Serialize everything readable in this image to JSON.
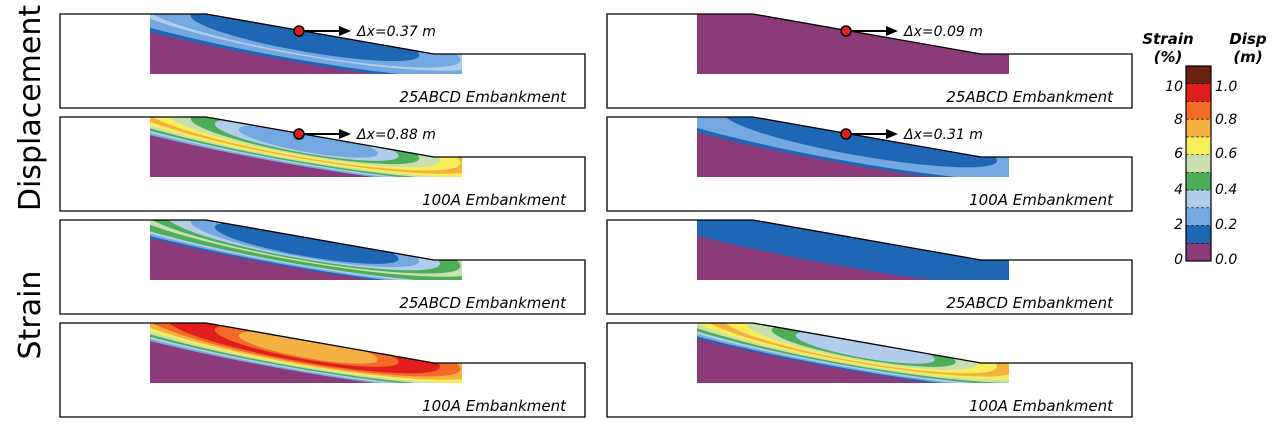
{
  "row_labels": [
    "Displacement",
    "Strain"
  ],
  "panels": [
    {
      "caption": "25ABCD Embankment",
      "displacement_label": "Δx=0.37 m",
      "field": "displacement",
      "levels": [
        0,
        1,
        1,
        2,
        2,
        2,
        3,
        2,
        2,
        1,
        1,
        0
      ]
    },
    {
      "caption": "25ABCD Embankment",
      "displacement_label": "Δx=0.09 m",
      "field": "displacement",
      "levels": [
        0,
        0,
        0,
        0,
        0,
        0,
        0,
        0,
        0,
        0,
        0,
        0
      ]
    },
    {
      "caption": "100A Embankment",
      "displacement_label": "Δx=0.88 m",
      "field": "displacement",
      "levels": [
        0,
        2,
        3,
        4,
        5,
        6,
        7,
        6,
        5,
        4,
        3,
        2
      ]
    },
    {
      "caption": "100A Embankment",
      "displacement_label": "Δx=0.31 m",
      "field": "displacement",
      "levels": [
        0,
        1,
        1,
        2,
        2,
        2,
        2,
        2,
        1,
        1,
        0,
        0
      ]
    },
    {
      "caption": "25ABCD Embankment",
      "displacement_label": "",
      "field": "strain",
      "levels": [
        0,
        1,
        2,
        3,
        4,
        4,
        5,
        4,
        3,
        2,
        1,
        0
      ]
    },
    {
      "caption": "25ABCD Embankment",
      "displacement_label": "",
      "field": "strain",
      "levels": [
        0,
        1,
        1,
        1,
        1,
        1,
        1,
        1,
        1,
        0,
        0,
        0
      ]
    },
    {
      "caption": "100A Embankment",
      "displacement_label": "",
      "field": "strain",
      "levels": [
        0,
        2,
        3,
        4,
        5,
        6,
        7,
        8,
        9,
        9,
        8,
        7
      ]
    },
    {
      "caption": "100A Embankment",
      "displacement_label": "",
      "field": "strain",
      "levels": [
        0,
        1,
        2,
        3,
        4,
        5,
        6,
        7,
        6,
        5,
        4,
        3
      ]
    }
  ],
  "colorbar": {
    "strain_title_1": "Strain",
    "strain_title_2": "(%)",
    "disp_title_1": "Disp",
    "disp_title_2": "(m)",
    "strain_ticks": [
      "10",
      "8",
      "6",
      "4",
      "2",
      "0"
    ],
    "disp_ticks": [
      "1.0",
      "0.8",
      "0.6",
      "0.4",
      "0.2",
      "0.0"
    ],
    "colors": [
      "#8B3A7A",
      "#1F66B5",
      "#74A8E0",
      "#B2CDEB",
      "#4CAE56",
      "#CADFAF",
      "#F6EF58",
      "#F5B042",
      "#F26A28",
      "#E11E1E",
      "#6B2212"
    ]
  }
}
